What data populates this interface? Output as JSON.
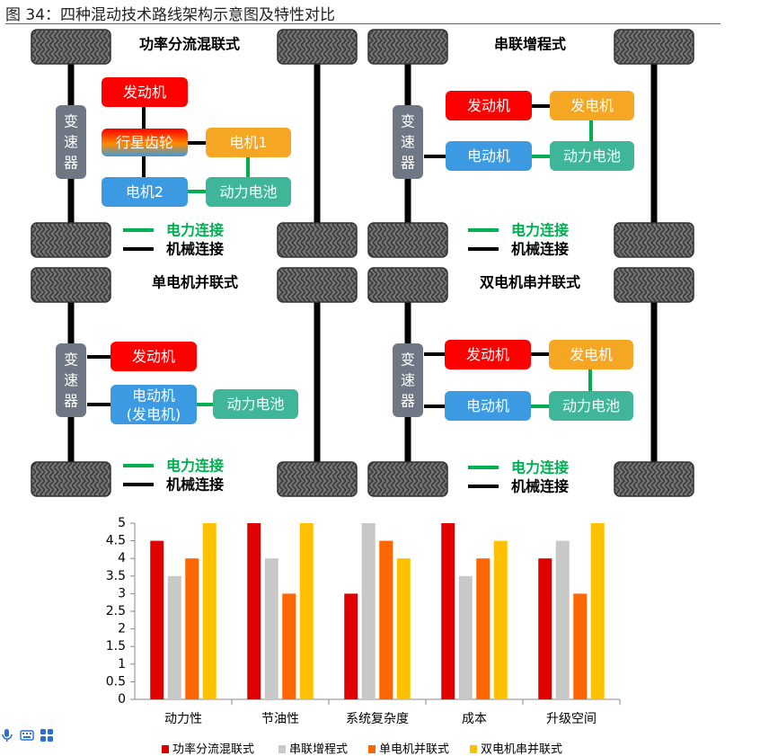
{
  "figure_title": "图 34：四种混动技术路线架构示意图及特性对比",
  "panels": [
    {
      "title": "功率分流混联式",
      "gearbox": [
        "变",
        "速",
        "器"
      ],
      "boxes": {
        "engine": "发动机",
        "planetary": "行星齿轮",
        "motor1": "电机1",
        "motor2": "电机2",
        "battery": "动力电池"
      },
      "legend": {
        "electric": "电力连接",
        "mechanical": "机械连接"
      }
    },
    {
      "title": "串联增程式",
      "gearbox": [
        "变",
        "速",
        "器"
      ],
      "boxes": {
        "engine": "发动机",
        "generator": "发电机",
        "motor": "电动机",
        "battery": "动力电池"
      },
      "legend": {
        "electric": "电力连接",
        "mechanical": "机械连接"
      }
    },
    {
      "title": "单电机并联式",
      "gearbox": [
        "变",
        "速",
        "器"
      ],
      "boxes": {
        "engine": "发动机",
        "motor_line1": "电动机",
        "motor_line2": "(发电机)",
        "battery": "动力电池"
      },
      "legend": {
        "electric": "电力连接",
        "mechanical": "机械连接"
      }
    },
    {
      "title": "双电机串并联式",
      "gearbox": [
        "变",
        "速",
        "器"
      ],
      "boxes": {
        "engine": "发动机",
        "generator": "发电机",
        "motor": "电动机",
        "battery": "动力电池"
      },
      "legend": {
        "electric": "电力连接",
        "mechanical": "机械连接"
      }
    }
  ],
  "colors": {
    "engine": "#ff0000",
    "generator": "#f5a623",
    "motor": "#3b9ae1",
    "battery": "#3fb59a",
    "gearbox": "#6f7784",
    "electric_line": "#00b050",
    "mechanical_line": "#000000",
    "electric_text": "#00b050",
    "tire": "#707070"
  },
  "chart_data": {
    "type": "bar",
    "categories": [
      "动力性",
      "节油性",
      "系统复杂度",
      "成本",
      "升级空间"
    ],
    "series": [
      {
        "name": "功率分流混联式",
        "color": "#e00000",
        "values": [
          4.5,
          5,
          3,
          5,
          4
        ]
      },
      {
        "name": "串联增程式",
        "color": "#c8c8c8",
        "values": [
          3.5,
          4,
          5,
          3.5,
          4.5
        ]
      },
      {
        "name": "单电机并联式",
        "color": "#ff6600",
        "values": [
          4,
          3,
          4.5,
          4,
          3
        ]
      },
      {
        "name": "双电机串并联式",
        "color": "#ffc000",
        "values": [
          5,
          5,
          4,
          4.5,
          5
        ]
      }
    ],
    "ylim": [
      0,
      5
    ],
    "yticks": [
      "0",
      "0.5",
      "1",
      "1.5",
      "2",
      "2.5",
      "3",
      "3.5",
      "4",
      "4.5",
      "5"
    ],
    "legend_position": "bottom",
    "grid": false
  },
  "toolbar_icons": [
    "microphone-icon",
    "keyboard-icon",
    "grid-apps-icon"
  ]
}
